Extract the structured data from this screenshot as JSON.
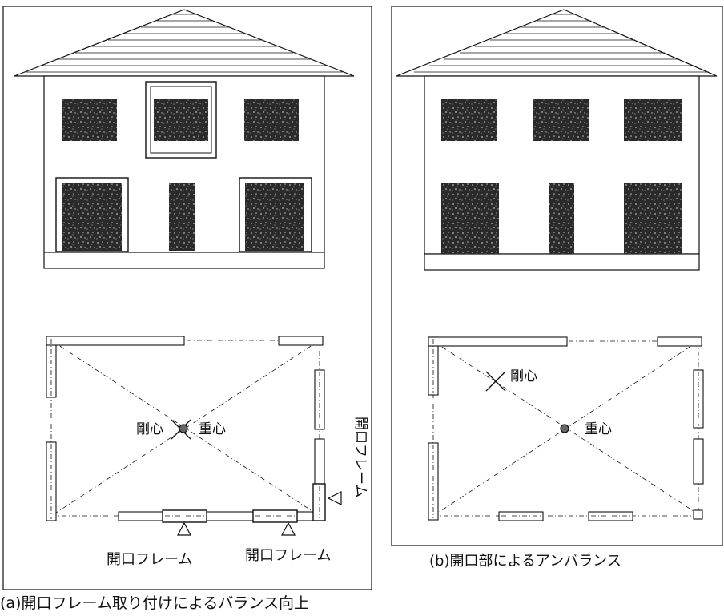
{
  "panel_a": {
    "caption": "(a)開口フレーム取り付けによるバランス向上",
    "label_rigidity": "剛心",
    "label_gravity": "重心",
    "label_frame_vertical": "開口フレーム",
    "label_frame_bottom_left": "開口フレーム",
    "label_frame_bottom_right": "開口フレーム"
  },
  "panel_b": {
    "caption": "(b)開口部によるアンバランス",
    "label_rigidity": "剛心",
    "label_gravity": "重心"
  },
  "colors": {
    "line": "#111111",
    "window": "#2b2b2b"
  }
}
